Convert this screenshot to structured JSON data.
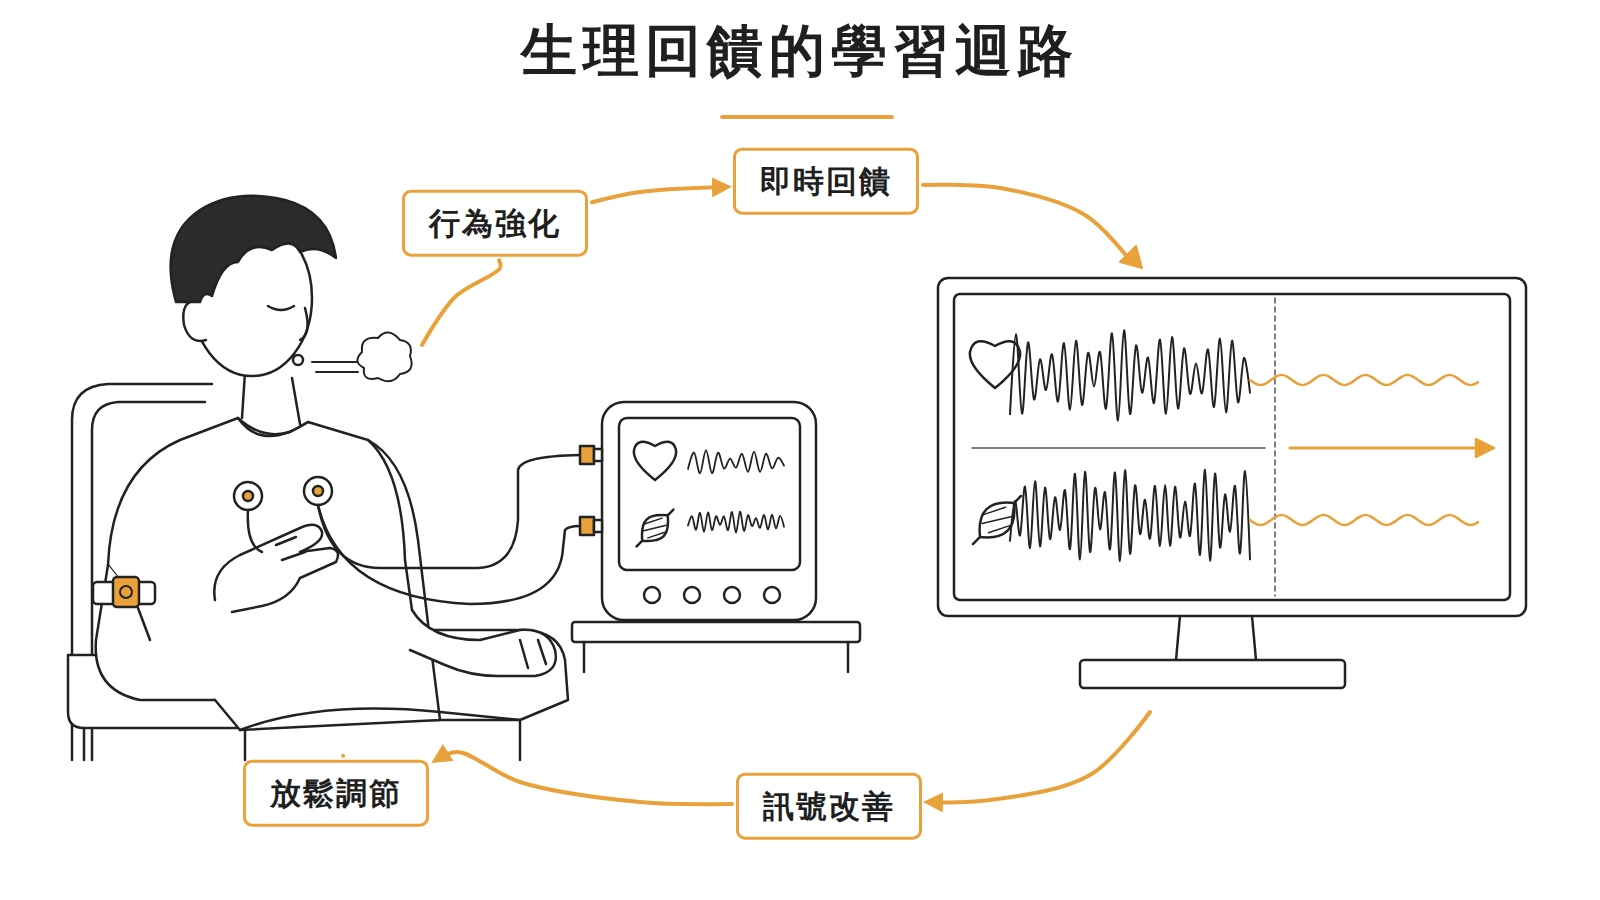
{
  "diagram": {
    "title": "生理回饋的學習迴路",
    "nodes": [
      {
        "text": [
          "行為強化"
        ]
      },
      {
        "text": [
          "即時回饋"
        ]
      },
      {
        "text": [
          "訊號改善"
        ]
      },
      {
        "text": [
          "放鬆調節"
        ]
      }
    ],
    "edges": [
      {
        "from": 0,
        "to": 1,
        "arrow": "to"
      },
      {
        "from": 1,
        "to": 2,
        "arrow": "to"
      },
      {
        "from": 2,
        "to": 3,
        "arrow": "to"
      },
      {
        "from": 3,
        "to": 0,
        "arrow": "none"
      }
    ]
  }
}
